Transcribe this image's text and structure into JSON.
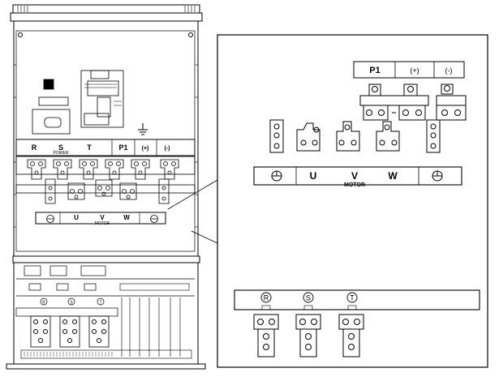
{
  "diagram": {
    "top_labels": [
      "R",
      "S",
      "T",
      "P1",
      "(+)",
      "(-)"
    ],
    "power_label": "POWER",
    "dc_labels": [
      "P1",
      "(+)",
      "(-)"
    ],
    "motor_terminals": [
      "U",
      "V",
      "W"
    ],
    "motor_label": "MOTOR",
    "input_terminals": [
      "R",
      "S",
      "T"
    ],
    "icons": [
      "ground-icon",
      "terminal-lug-icon"
    ]
  }
}
